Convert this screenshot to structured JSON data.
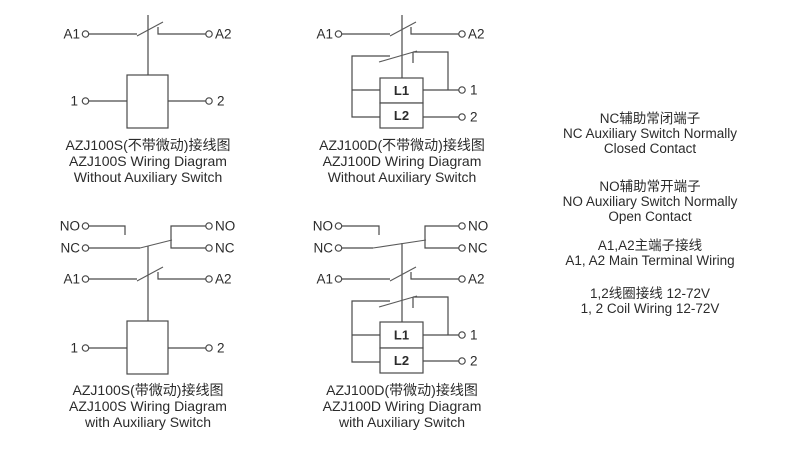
{
  "colors": {
    "background": "#ffffff",
    "line": "#4a4a4a",
    "text": "#2b2b2b"
  },
  "terminal_labels": {
    "a1": "A1",
    "a2": "A2",
    "no": "NO",
    "nc": "NC",
    "coil_1": "1",
    "coil_2": "2",
    "l1": "L1",
    "l2": "L2"
  },
  "diagrams": [
    {
      "caption_cn": "AZJ100S(不带微动)接线图",
      "caption_en_line1": "AZJ100S Wiring Diagram",
      "caption_en_line2": "Without Auxiliary Switch"
    },
    {
      "caption_cn": "AZJ100D(不带微动)接线图",
      "caption_en_line1": "AZJ100D Wiring Diagram",
      "caption_en_line2": "Without Auxiliary Switch"
    },
    {
      "caption_cn": "AZJ100S(带微动)接线图",
      "caption_en_line1": "AZJ100S Wiring Diagram",
      "caption_en_line2": "with Auxiliary Switch"
    },
    {
      "caption_cn": "AZJ100D(带微动)接线图",
      "caption_en_line1": "AZJ100D Wiring Diagram",
      "caption_en_line2": "with Auxiliary Switch"
    }
  ],
  "notes": [
    {
      "cn": "NC辅助常闭端子",
      "en_line1": "NC Auxiliary Switch Normally",
      "en_line2": "Closed Contact"
    },
    {
      "cn": "NO辅助常开端子",
      "en_line1": "NO Auxiliary Switch Normally",
      "en_line2": "Open Contact"
    },
    {
      "cn": "A1,A2主端子接线",
      "en_line1": "A1, A2 Main Terminal Wiring"
    },
    {
      "cn": "1,2线圈接线  12-72V",
      "en_line1": "1, 2 Coil Wiring  12-72V"
    }
  ]
}
